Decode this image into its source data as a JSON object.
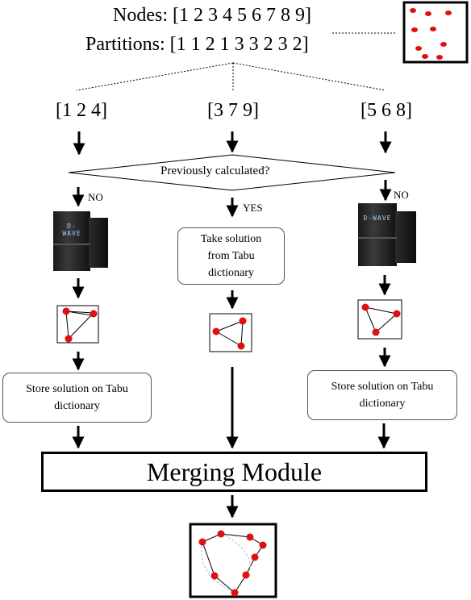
{
  "header": {
    "nodes_label": "Nodes:",
    "nodes_values": "[1 2 3 4 5 6 7 8 9]",
    "partitions_label": "Partitions:",
    "partitions_values": "[1 1 2 1 3 3 2 3 2]"
  },
  "partitions": [
    {
      "label": "[1 2 4]"
    },
    {
      "label": "[3 7 9]"
    },
    {
      "label": "[5 6 8]"
    }
  ],
  "decision": {
    "question": "Previously calculated?",
    "no_label": "NO",
    "yes_label": "YES"
  },
  "center_box": {
    "line1": "Take solution",
    "line2": "from Tabu",
    "line3": "dictionary"
  },
  "store_box": {
    "line1": "Store solution  on Tabu",
    "line2": "dictionary"
  },
  "server": {
    "brand": "D-WAVE"
  },
  "merge": {
    "label": "Merging Module"
  },
  "colors": {
    "node": "#e01010",
    "line": "#000000",
    "box_border": "#555555"
  }
}
